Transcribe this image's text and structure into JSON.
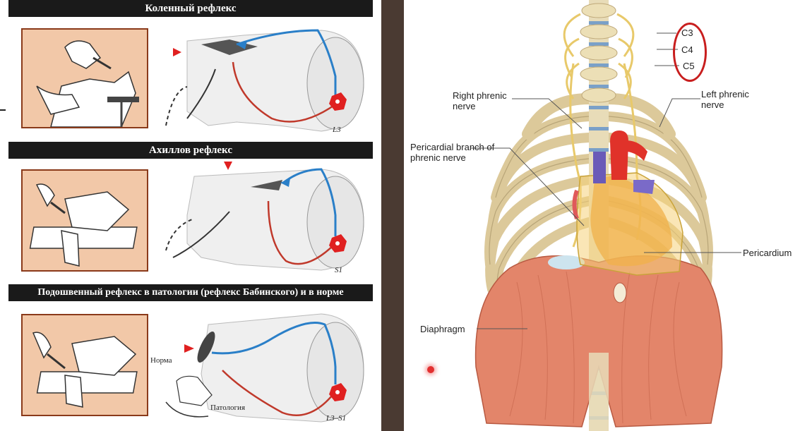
{
  "left": {
    "sections": [
      {
        "title": "Коленный рефлекс",
        "segment": "L3"
      },
      {
        "title": "Ахиллов рефлекс",
        "segment": "S1"
      },
      {
        "title": "Подошвенный рефлекс в патологии (рефлекс Бабинского) и в норме",
        "segment": "L3–S1"
      }
    ],
    "annotations": {
      "norm": "Норма",
      "pathology": "Патология"
    }
  },
  "right": {
    "levels": [
      "C3",
      "C4",
      "C5"
    ],
    "labels": {
      "right_phrenic": "Right phrenic\nnerve",
      "left_phrenic": "Left phrenic\nnerve",
      "pericardial_branch": "Pericardial branch of\nphrenic nerve",
      "pericardium": "Pericardium",
      "diaphragm": "Diaphragm"
    }
  },
  "colors": {
    "afferent": "#2a7fc8",
    "efferent": "#c0392b",
    "neuron": "#e02020",
    "muscle": "#e3856a",
    "bone": "#efe6c8",
    "nerve": "#e8c96a",
    "level_highlight": "#c81e1e"
  }
}
